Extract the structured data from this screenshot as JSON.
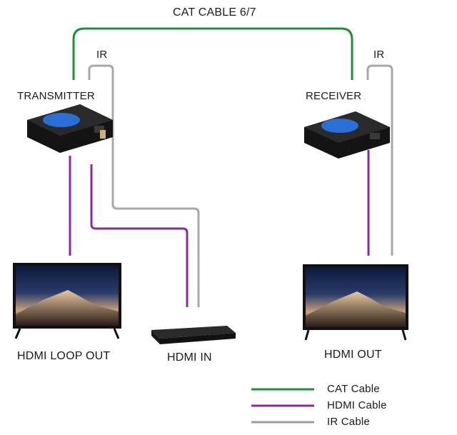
{
  "labels": {
    "cat_cable": "CAT CABLE 6/7",
    "ir_left": "IR",
    "ir_right": "IR",
    "transmitter": "TRANSMITTER",
    "receiver": "RECEIVER",
    "hdmi_loop_out": "HDMI LOOP OUT",
    "hdmi_in": "HDMI IN",
    "hdmi_out": "HDMI OUT"
  },
  "legend": [
    {
      "label": "CAT Cable",
      "color": "#1f8f3a"
    },
    {
      "label": "HDMI Cable",
      "color": "#8a2a9a"
    },
    {
      "label": "IR Cable",
      "color": "#9e9e9e"
    }
  ],
  "colors": {
    "cat": "#1f8f3a",
    "hdmi": "#8a2a9a",
    "ir": "#a8a8a8",
    "device_body": "#1c1c1c",
    "device_accent": "#2a6fd6"
  }
}
